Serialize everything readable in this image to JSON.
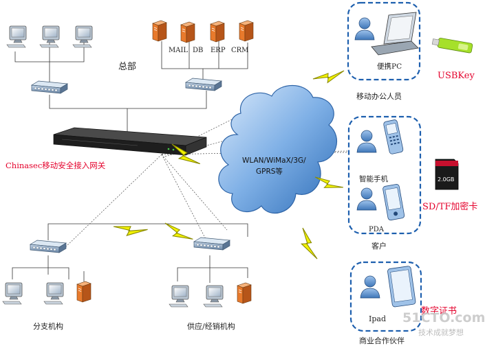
{
  "headquarters": {
    "label": "总部",
    "servers": [
      "MAIL",
      "DB",
      "ERP",
      "CRM"
    ]
  },
  "gateway": {
    "label": "Chinasec移动安全接入网关"
  },
  "cloud": {
    "line1": "WLAN/WiMaX/3G/",
    "line2": "GPRS等"
  },
  "mobile_office": {
    "device_label": "便携PC",
    "group_label": "移动办公人员",
    "token_label": "USBKey"
  },
  "customers": {
    "phone_label": "智能手机",
    "pda_label": "PDA",
    "group_label": "客户",
    "card_label": "SD/TF加密卡",
    "card_text": "2.0GB"
  },
  "partners": {
    "device_label": "Ipad",
    "group_label": "商业合作伙伴",
    "cert_label": "数字证书"
  },
  "branch": {
    "label": "分支机构"
  },
  "supply": {
    "label": "供应/经销机构"
  },
  "watermark": {
    "main": "51CTO.com",
    "sub": "技术成就梦想"
  },
  "colors": {
    "accent_red": "#e4002b",
    "dash_blue": "#1d5fae",
    "cloud_blue": "#4b86c8",
    "bolt_yellow": "#f2f200",
    "server_orange": "#e87a2c"
  }
}
